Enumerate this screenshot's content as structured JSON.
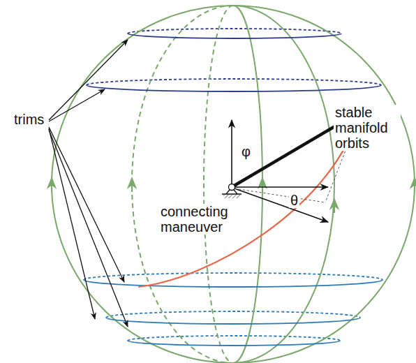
{
  "diagram": {
    "labels": [
      "trims",
      "φ",
      "stable manifold orbits",
      "θ",
      "connecting maneuver"
    ]
  }
}
